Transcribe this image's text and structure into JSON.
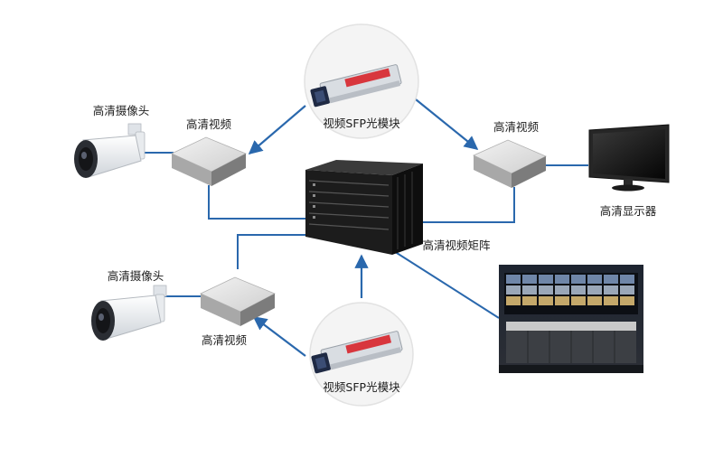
{
  "labels": {
    "camera_top": "高清摄像头",
    "camera_bottom": "高清摄像头",
    "video_top_left": "高清视频",
    "video_top_right": "高清视频",
    "video_bottom": "高清视频",
    "sfp_top": "视频SFP光模块",
    "sfp_bottom": "视频SFP光模块",
    "matrix": "高清视频矩阵",
    "display": "高清显示器"
  },
  "colors": {
    "arrow": "#2a68ad",
    "line": "#2a68ad",
    "device_top": "#e4e4e4",
    "device_side": "#8f8f8f",
    "circle_fill": "#f4f4f4",
    "sfp_label": "#d8363d"
  },
  "icons": [
    "camera-icon",
    "video-device-icon",
    "sfp-module-icon",
    "matrix-chassis-icon",
    "monitor-icon",
    "control-room-photo"
  ]
}
